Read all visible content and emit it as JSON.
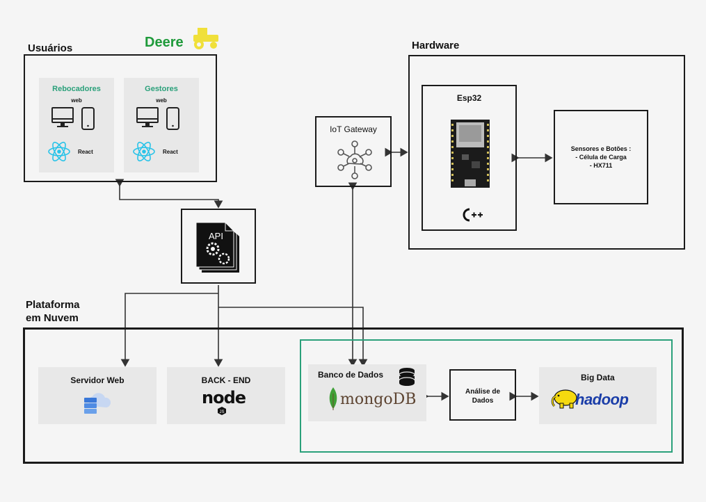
{
  "brand": {
    "logo_text": "Deere"
  },
  "users": {
    "title": "Usuários",
    "cards": [
      {
        "title": "Rebocadores",
        "platform": "web",
        "framework": "React"
      },
      {
        "title": "Gestores",
        "platform": "web",
        "framework": "React"
      }
    ]
  },
  "api": {
    "label": "API"
  },
  "hardware": {
    "title": "Hardware",
    "esp": {
      "title": "Esp32",
      "language_icon": "cpp-logo-icon",
      "language_text": "C++"
    },
    "sensors": {
      "line1": "Sensores e Botões :",
      "line2": "- Célula de Carga",
      "line3": "- HX711"
    }
  },
  "gateway": {
    "label": "IoT Gateway"
  },
  "cloud": {
    "title_line1": "Plataforma",
    "title_line2": "em Nuvem",
    "web_server": {
      "label": "Servidor Web"
    },
    "backend": {
      "label": "BACK - END",
      "logo_text": "node"
    },
    "database": {
      "label": "Banco de Dados",
      "logo_text": "mongoDB"
    },
    "analysis": {
      "line1": "Análise de",
      "line2": "Dados"
    },
    "bigdata": {
      "label": "Big Data",
      "logo_text": "hadoop"
    }
  },
  "colors": {
    "accent_green": "#2aa07a",
    "border": "#1a1a1a",
    "card_bg": "#e8e8e8",
    "react_blue": "#29c3e8",
    "mongo_green": "#3fa037",
    "hadoop_yellow": "#f5d90f"
  }
}
